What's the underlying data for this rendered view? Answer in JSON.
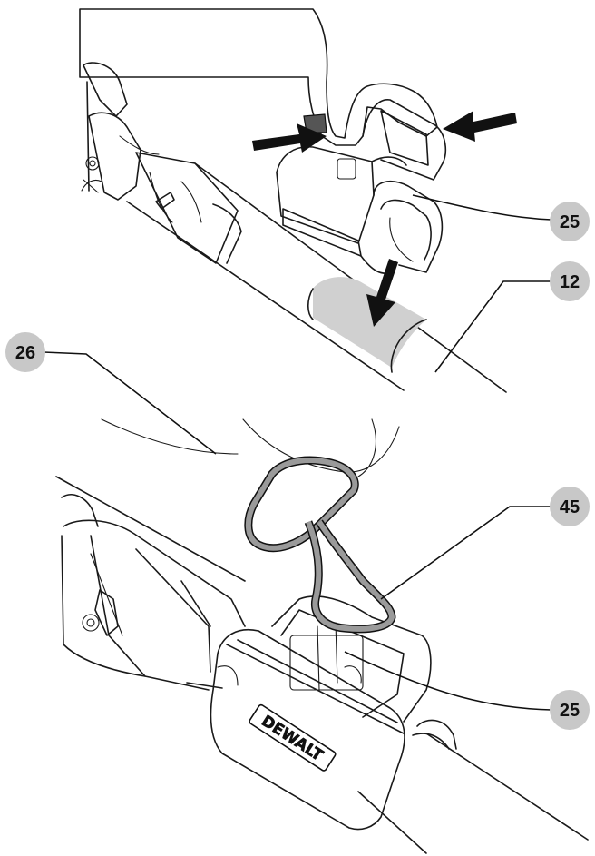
{
  "colors": {
    "hand": "#d9d9d9",
    "strap": "#9a9a9a",
    "callout_bubble": "#c8c8c8",
    "arrow": "#111111",
    "outline": "#1a1a1a"
  },
  "brand": {
    "logo_text": "DEWALT"
  },
  "callouts": [
    {
      "id": "c25a",
      "label": "25"
    },
    {
      "id": "c12",
      "label": "12"
    },
    {
      "id": "c26",
      "label": "26"
    },
    {
      "id": "c45",
      "label": "45"
    },
    {
      "id": "c25b",
      "label": "25"
    }
  ]
}
